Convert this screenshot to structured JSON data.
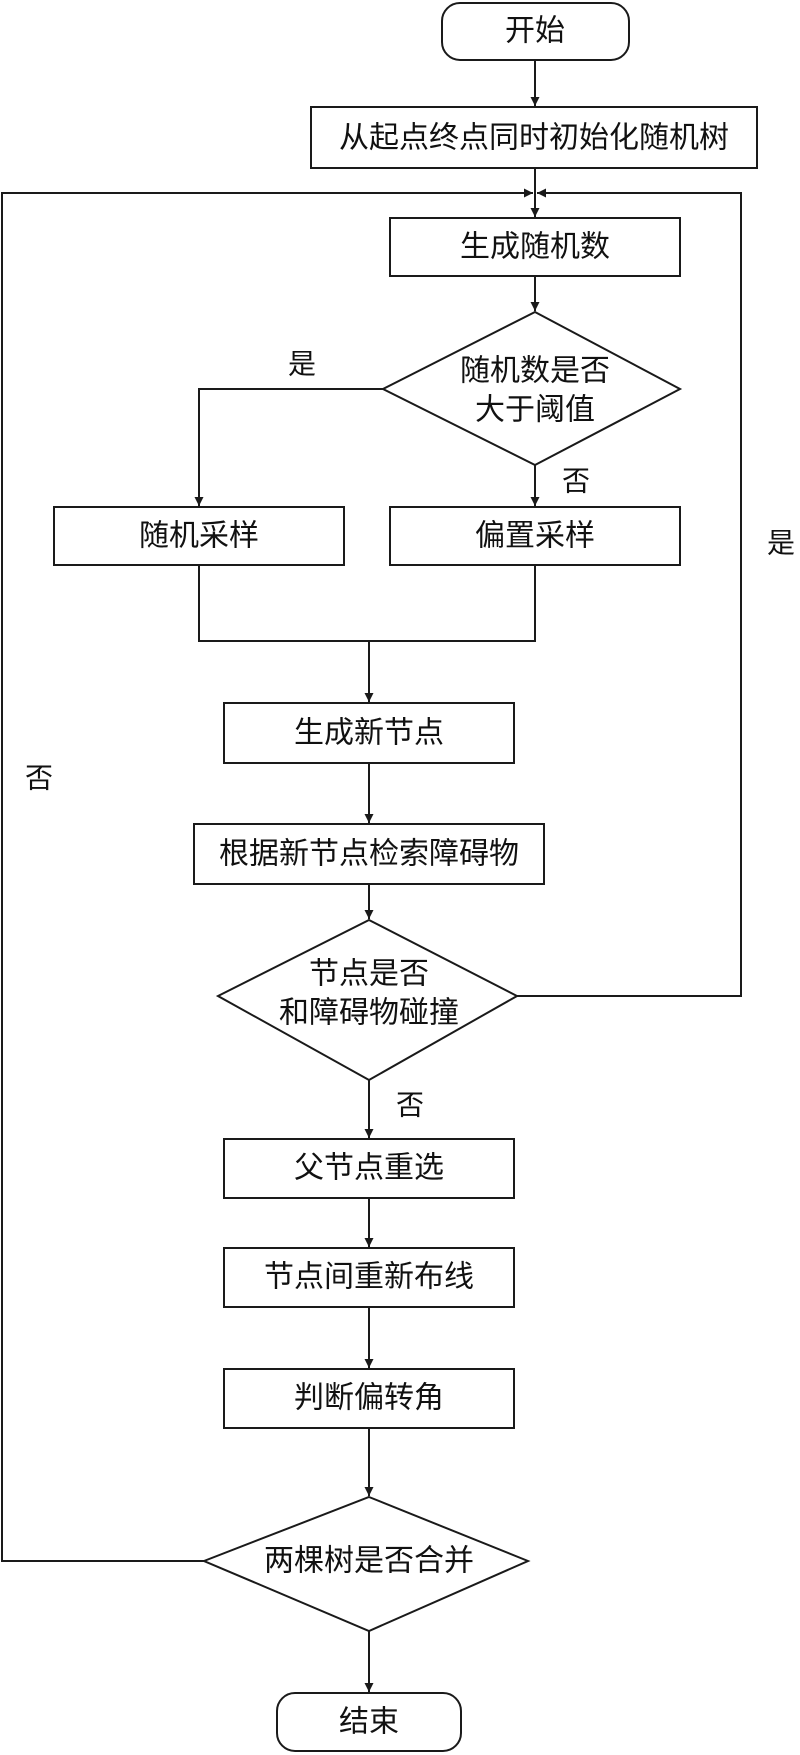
{
  "nodes": {
    "start": "开始",
    "init": "从起点终点同时初始化随机树",
    "gen_random": "生成随机数",
    "threshold_line1": "随机数是否",
    "threshold_line2": "大于阈值",
    "random_sample": "随机采样",
    "bias_sample": "偏置采样",
    "new_node": "生成新节点",
    "search_obstacle": "根据新节点检索障碍物",
    "collision_line1": "节点是否",
    "collision_line2": "和障碍物碰撞",
    "parent_reselect": "父节点重选",
    "rewire": "节点间重新布线",
    "deflection": "判断偏转角",
    "merge": "两棵树是否合并",
    "end": "结束"
  },
  "edge_labels": {
    "threshold_yes": "是",
    "threshold_no": "否",
    "collision_yes": "是",
    "collision_no": "否",
    "merge_no": "否"
  }
}
